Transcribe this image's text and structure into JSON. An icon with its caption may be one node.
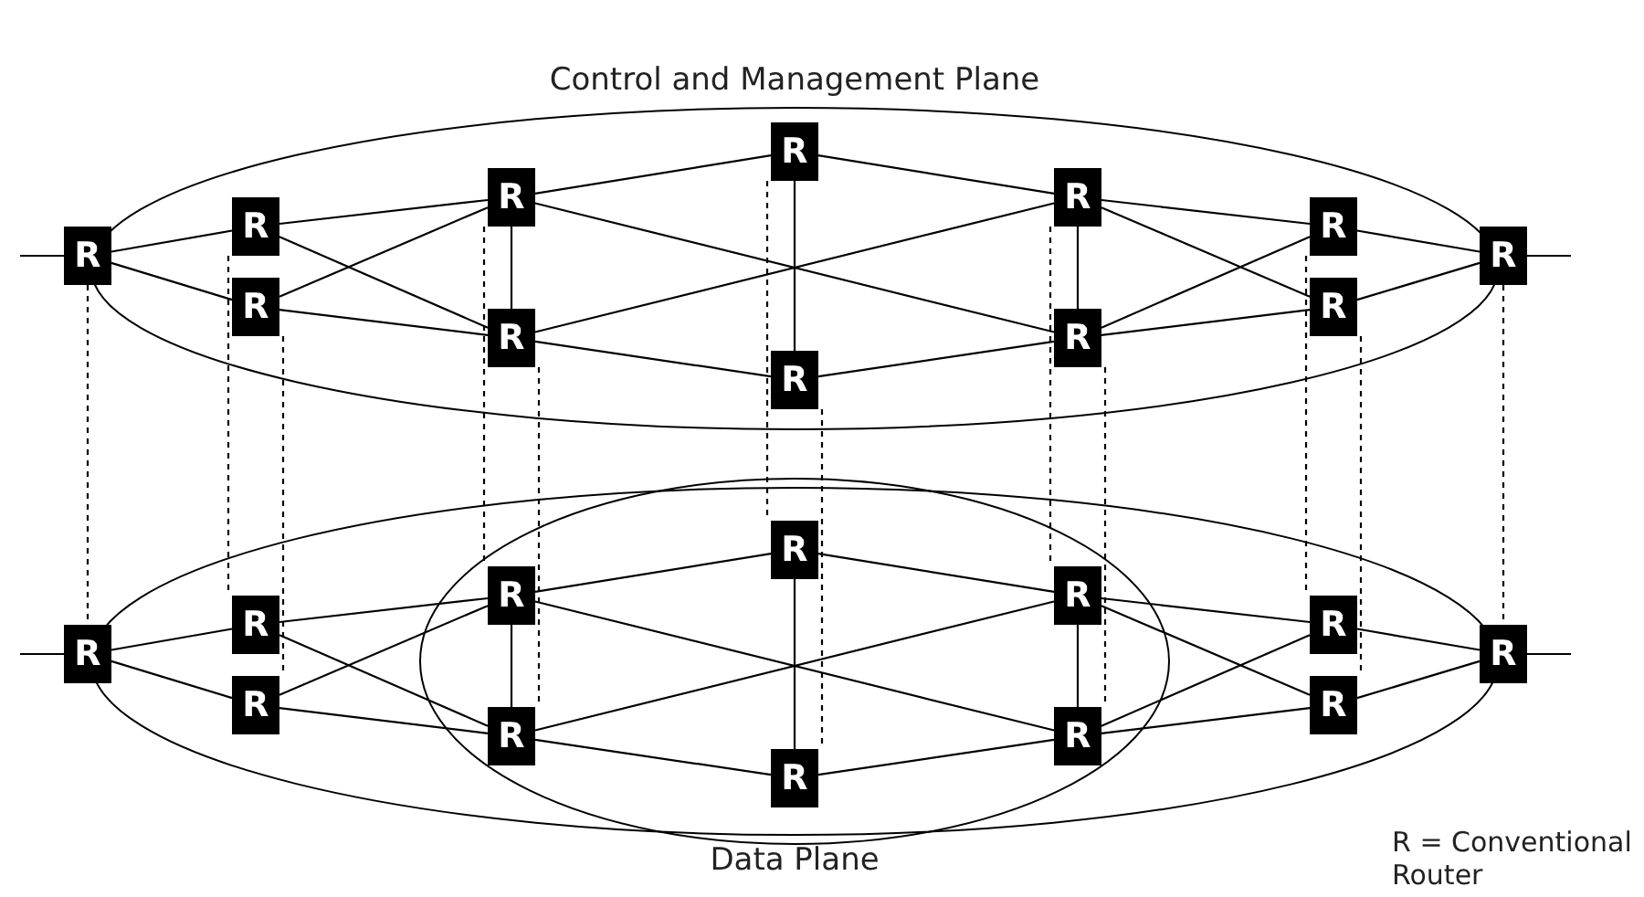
{
  "diagram": {
    "nodes": [
      {
        "text": [
          "Control and Management Plane"
        ]
      },
      {
        "text": [
          "R"
        ]
      },
      {
        "text": [
          "R"
        ],
        "in": 0
      },
      {
        "text": [
          "R"
        ],
        "in": 0
      },
      {
        "text": [
          "R"
        ],
        "in": 0
      },
      {
        "text": [
          "R"
        ],
        "in": 0
      },
      {
        "text": [
          "R"
        ],
        "in": 0
      },
      {
        "text": [
          "R"
        ],
        "in": 0
      },
      {
        "text": [
          "R"
        ],
        "in": 0
      },
      {
        "text": [
          "R"
        ],
        "in": 0
      },
      {
        "text": [
          "R"
        ],
        "in": 0
      },
      {
        "text": [
          "R"
        ],
        "in": 0
      },
      {
        "text": [
          "R"
        ]
      },
      {
        "text": [
          "Data Plane"
        ]
      },
      {
        "text": [],
        "shape": "ellipse",
        "in": 13
      },
      {
        "text": [
          "R"
        ]
      },
      {
        "text": [
          "R"
        ],
        "in": 13
      },
      {
        "text": [
          "R"
        ],
        "in": 13
      },
      {
        "text": [
          "R"
        ],
        "in": 14
      },
      {
        "text": [
          "R"
        ],
        "in": 14
      },
      {
        "text": [
          "R"
        ],
        "in": 14
      },
      {
        "text": [
          "R"
        ],
        "in": 14
      },
      {
        "text": [
          "R"
        ],
        "in": 14
      },
      {
        "text": [
          "R"
        ],
        "in": 14
      },
      {
        "text": [
          "R"
        ],
        "in": 13
      },
      {
        "text": [
          "R"
        ],
        "in": 13
      },
      {
        "text": [
          "R"
        ]
      }
    ],
    "edges": [
      {
        "from": null,
        "to": 1,
        "arrow": "none"
      },
      {
        "from": 1,
        "to": 2,
        "arrow": "none"
      },
      {
        "from": 1,
        "to": 3,
        "arrow": "none"
      },
      {
        "from": 2,
        "to": 4,
        "arrow": "none"
      },
      {
        "from": 2,
        "to": 5,
        "arrow": "none"
      },
      {
        "from": 3,
        "to": 4,
        "arrow": "none"
      },
      {
        "from": 3,
        "to": 5,
        "arrow": "none"
      },
      {
        "from": 4,
        "to": 5,
        "arrow": "none"
      },
      {
        "from": 4,
        "to": 6,
        "arrow": "none"
      },
      {
        "from": 4,
        "to": 9,
        "arrow": "none"
      },
      {
        "from": 5,
        "to": 8,
        "arrow": "none"
      },
      {
        "from": 5,
        "to": 7,
        "arrow": "none"
      },
      {
        "from": 6,
        "to": 7,
        "arrow": "none"
      },
      {
        "from": 6,
        "to": 8,
        "arrow": "none"
      },
      {
        "from": 7,
        "to": 9,
        "arrow": "none"
      },
      {
        "from": 8,
        "to": 9,
        "arrow": "none"
      },
      {
        "from": 8,
        "to": 10,
        "arrow": "none"
      },
      {
        "from": 8,
        "to": 11,
        "arrow": "none"
      },
      {
        "from": 9,
        "to": 10,
        "arrow": "none"
      },
      {
        "from": 9,
        "to": 11,
        "arrow": "none"
      },
      {
        "from": 10,
        "to": 12,
        "arrow": "none"
      },
      {
        "from": 11,
        "to": 12,
        "arrow": "none"
      },
      {
        "from": 12,
        "to": null,
        "arrow": "none"
      },
      {
        "from": null,
        "to": 15,
        "arrow": "none"
      },
      {
        "from": 15,
        "to": 16,
        "arrow": "none"
      },
      {
        "from": 15,
        "to": 17,
        "arrow": "none"
      },
      {
        "from": 16,
        "to": 18,
        "arrow": "none"
      },
      {
        "from": 16,
        "to": 19,
        "arrow": "none"
      },
      {
        "from": 17,
        "to": 18,
        "arrow": "none"
      },
      {
        "from": 17,
        "to": 19,
        "arrow": "none"
      },
      {
        "from": 18,
        "to": 19,
        "arrow": "none"
      },
      {
        "from": 18,
        "to": 20,
        "arrow": "none"
      },
      {
        "from": 18,
        "to": 23,
        "arrow": "none"
      },
      {
        "from": 19,
        "to": 22,
        "arrow": "none"
      },
      {
        "from": 19,
        "to": 21,
        "arrow": "none"
      },
      {
        "from": 20,
        "to": 21,
        "arrow": "none"
      },
      {
        "from": 20,
        "to": 22,
        "arrow": "none"
      },
      {
        "from": 21,
        "to": 23,
        "arrow": "none"
      },
      {
        "from": 22,
        "to": 23,
        "arrow": "none"
      },
      {
        "from": 22,
        "to": 24,
        "arrow": "none"
      },
      {
        "from": 22,
        "to": 25,
        "arrow": "none"
      },
      {
        "from": 23,
        "to": 24,
        "arrow": "none"
      },
      {
        "from": 23,
        "to": 25,
        "arrow": "none"
      },
      {
        "from": 24,
        "to": 26,
        "arrow": "none"
      },
      {
        "from": 25,
        "to": 26,
        "arrow": "none"
      },
      {
        "from": 26,
        "to": null,
        "arrow": "none"
      },
      {
        "from": 1,
        "to": 15,
        "arrow": "none",
        "style": "dashed"
      },
      {
        "from": 2,
        "to": 16,
        "arrow": "none",
        "style": "dashed"
      },
      {
        "from": 3,
        "to": 17,
        "arrow": "none",
        "style": "dashed"
      },
      {
        "from": 4,
        "to": 18,
        "arrow": "none",
        "style": "dashed"
      },
      {
        "from": 5,
        "to": 19,
        "arrow": "none",
        "style": "dashed"
      },
      {
        "from": 6,
        "to": 20,
        "arrow": "none",
        "style": "dashed"
      },
      {
        "from": 7,
        "to": 21,
        "arrow": "none",
        "style": "dashed"
      },
      {
        "from": 8,
        "to": 22,
        "arrow": "none",
        "style": "dashed"
      },
      {
        "from": 9,
        "to": 23,
        "arrow": "none",
        "style": "dashed"
      },
      {
        "from": 10,
        "to": 24,
        "arrow": "none",
        "style": "dashed"
      },
      {
        "from": 11,
        "to": 25,
        "arrow": "none",
        "style": "dashed"
      },
      {
        "from": 12,
        "to": 26,
        "arrow": "none",
        "style": "dashed"
      }
    ],
    "labels": [
      "R = Conventional Router"
    ]
  }
}
